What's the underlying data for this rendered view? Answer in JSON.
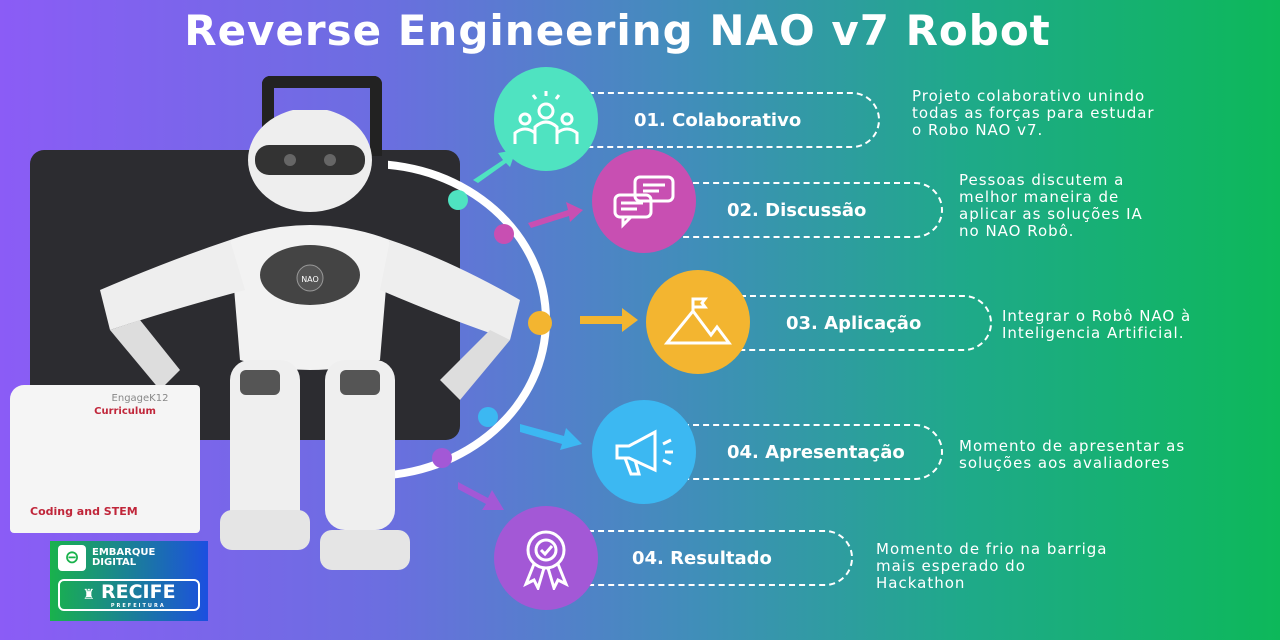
{
  "title": "Reverse Engineering NAO v7 Robot",
  "robot": {
    "chest_label": "NAO"
  },
  "book": {
    "brand": "EngageK12",
    "heading": "Curriculum",
    "subtitle": "Coding and STEM"
  },
  "logo": {
    "line1": "EMBARQUE",
    "line2": "DIGITAL",
    "city": "RECIFE",
    "org": "PREFEITURA"
  },
  "steps": [
    {
      "label": "01. Colaborativo",
      "icon": "team-icon",
      "color": "#4fe3c1",
      "description": [
        "Projeto colaborativo unindo",
        "todas as forças para estudar",
        "o Robo NAO v7."
      ]
    },
    {
      "label": "02. Discussão",
      "icon": "chat-bubbles-icon",
      "color": "#c84fb2",
      "description": [
        "Pessoas discutem a",
        "melhor maneira de",
        "aplicar as soluções IA",
        "no NAO Robô."
      ]
    },
    {
      "label": "03. Aplicação",
      "icon": "mountain-flag-icon",
      "color": "#f3b530",
      "description": [
        "Integrar o Robô NAO à",
        "Inteligencia Artificial."
      ]
    },
    {
      "label": "04. Apresentação",
      "icon": "megaphone-icon",
      "color": "#3cb8f2",
      "description": [
        "Momento de apresentar as",
        "soluções aos avaliadores"
      ]
    },
    {
      "label": "04. Resultado",
      "icon": "award-badge-icon",
      "color": "#a358d6",
      "description": [
        "Momento de frio na barriga",
        "mais esperado do",
        "Hackathon"
      ]
    }
  ]
}
